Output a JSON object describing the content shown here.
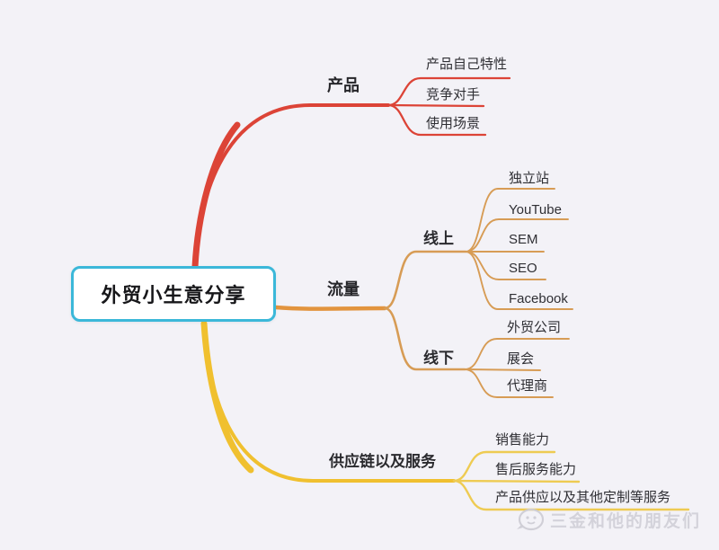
{
  "root": {
    "label": "外贸小生意分享"
  },
  "branches": [
    {
      "label": "产品",
      "color": "#dc4437",
      "children": [
        {
          "label": "产品自己特性"
        },
        {
          "label": "竞争对手"
        },
        {
          "label": "使用场景"
        }
      ]
    },
    {
      "label": "流量",
      "color": "#e2943e",
      "children": [
        {
          "label": "线上",
          "children": [
            {
              "label": "独立站"
            },
            {
              "label": "YouTube"
            },
            {
              "label": "SEM"
            },
            {
              "label": "SEO"
            },
            {
              "label": "Facebook"
            }
          ]
        },
        {
          "label": "线下",
          "children": [
            {
              "label": "外贸公司"
            },
            {
              "label": "展会"
            },
            {
              "label": "代理商"
            }
          ]
        }
      ]
    },
    {
      "label": "供应链以及服务",
      "color": "#f0c02f",
      "children": [
        {
          "label": "销售能力"
        },
        {
          "label": "售后服务能力"
        },
        {
          "label": "产品供应以及其他定制等服务"
        }
      ]
    }
  ],
  "colors": {
    "background": "#f3f2f7",
    "root_border": "#3bb8d9",
    "red": "#dc4437",
    "orange": "#e2943e",
    "orange_sub": "#d79c55",
    "yellow": "#f0c02f",
    "yellow_sub": "#eecb52"
  },
  "watermark": {
    "text": "三金和他的朋友们"
  }
}
